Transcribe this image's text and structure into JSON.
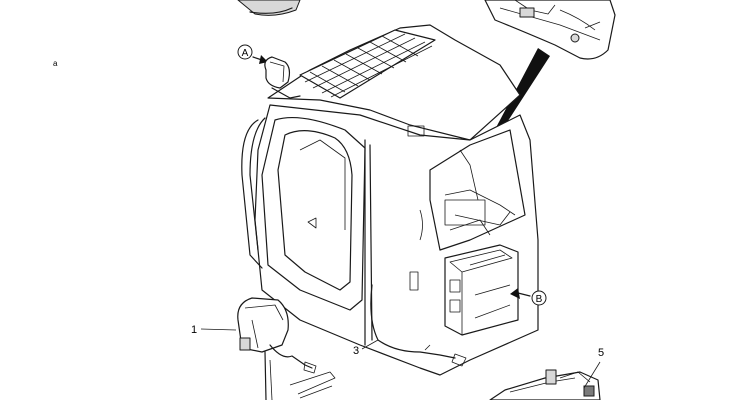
{
  "diagram": {
    "callouts": [
      {
        "id": "1",
        "label": "1"
      },
      {
        "id": "3",
        "label": "3"
      },
      {
        "id": "5",
        "label": "5"
      }
    ],
    "view_markers": [
      {
        "id": "A",
        "label": "A"
      },
      {
        "id": "B",
        "label": "B"
      }
    ],
    "stray_mark": "a"
  }
}
